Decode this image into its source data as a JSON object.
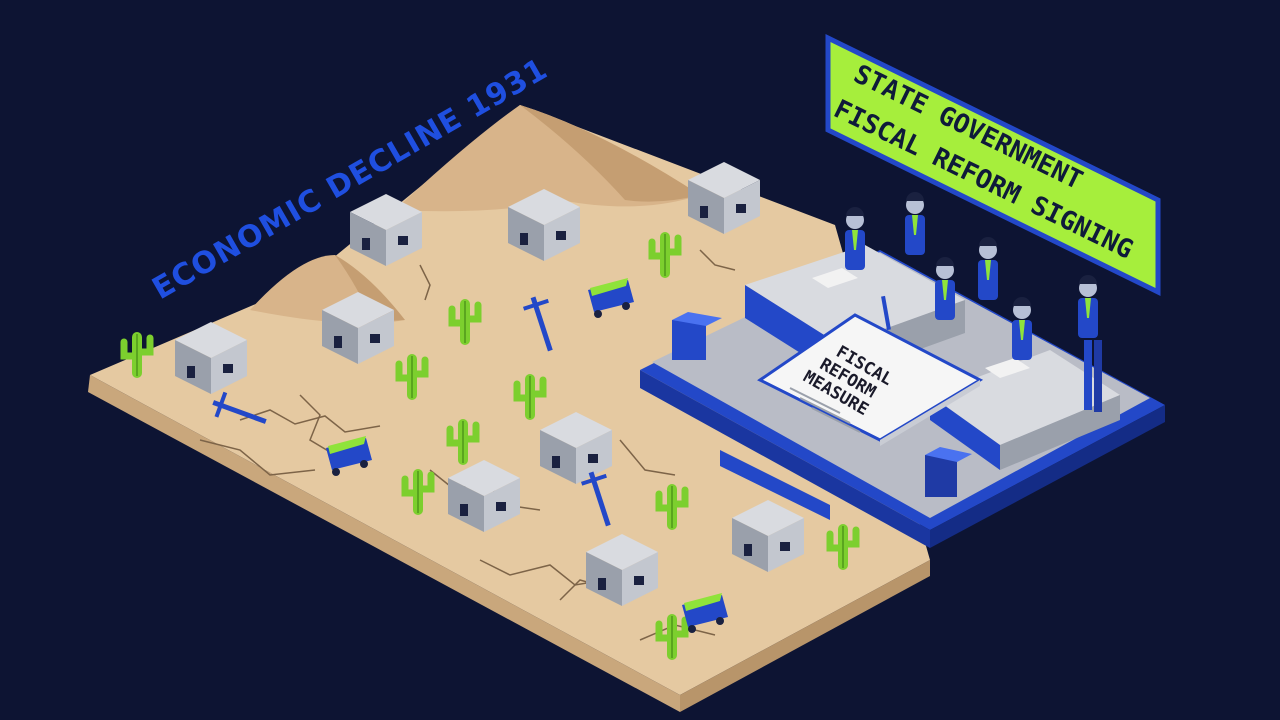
{
  "scene": {
    "left_title": "ECONOMIC DECLINE 1931",
    "sign_line1": "STATE GOVERNMENT",
    "sign_line2": "FISCAL REFORM SIGNING",
    "doc_line1": "FISCAL",
    "doc_line2": "REFORM",
    "doc_line3": "MEASURE"
  },
  "colors": {
    "background": "#0d1433",
    "sand": "#e5c9a1",
    "sand_side": "#c9a77c",
    "dune": "#d8b48a",
    "cactus": "#7ccf2e",
    "accent_blue": "#1f4fe0",
    "sign_green": "#a6ee3c",
    "platform_gray": "#b9bcc6"
  }
}
